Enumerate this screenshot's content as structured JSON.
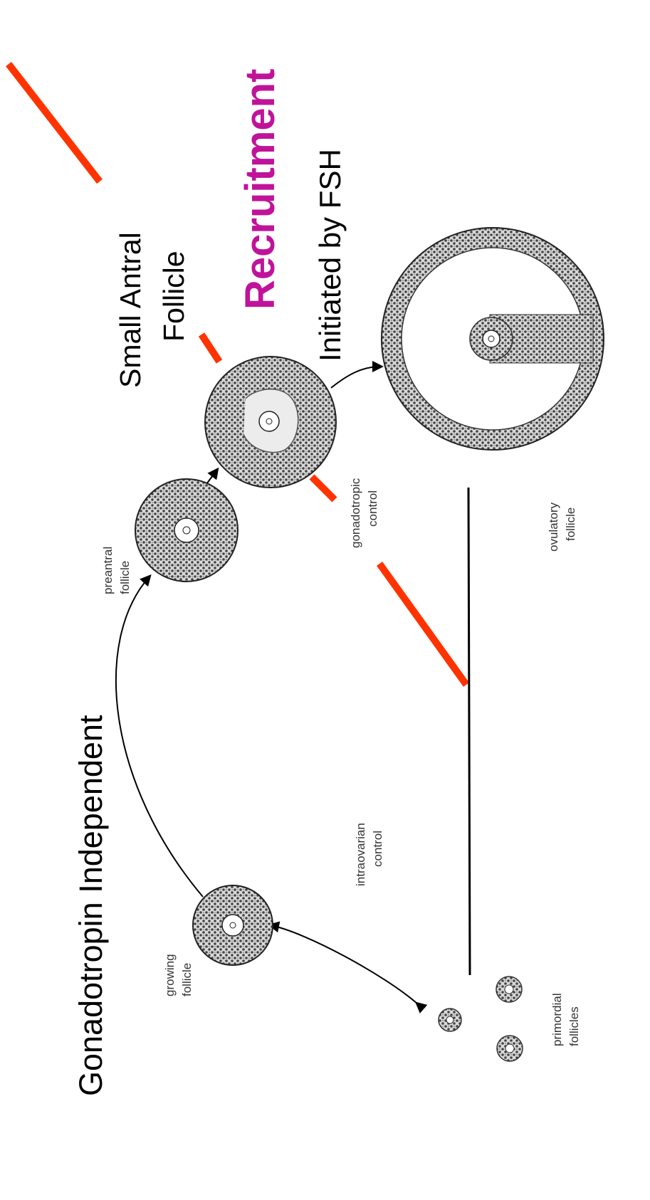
{
  "colors": {
    "accent_text": "#c0139a",
    "marker_line": "#ff3300",
    "ink": "#000000",
    "stipple": "#444444"
  },
  "labels": {
    "main_title": "Gonadotropin Independent",
    "small_antral_line1": "Small Antral",
    "small_antral_line2": "Follicle",
    "recruitment": "Recruitment",
    "initiated_by": "Initiated by FSH",
    "growing_line1": "growing",
    "growing_line2": "follicle",
    "preantral_line1": "preantral",
    "preantral_line2": "follicle",
    "gonadotropic_line1": "gonadotropic",
    "gonadotropic_line2": "control",
    "intraovarian_line1": "intraovarian",
    "intraovarian_line2": "control",
    "ovulatory_line1": "ovulatory",
    "ovulatory_line2": "follicle",
    "primordial_line1": "primordial",
    "primordial_line2": "follicles"
  }
}
